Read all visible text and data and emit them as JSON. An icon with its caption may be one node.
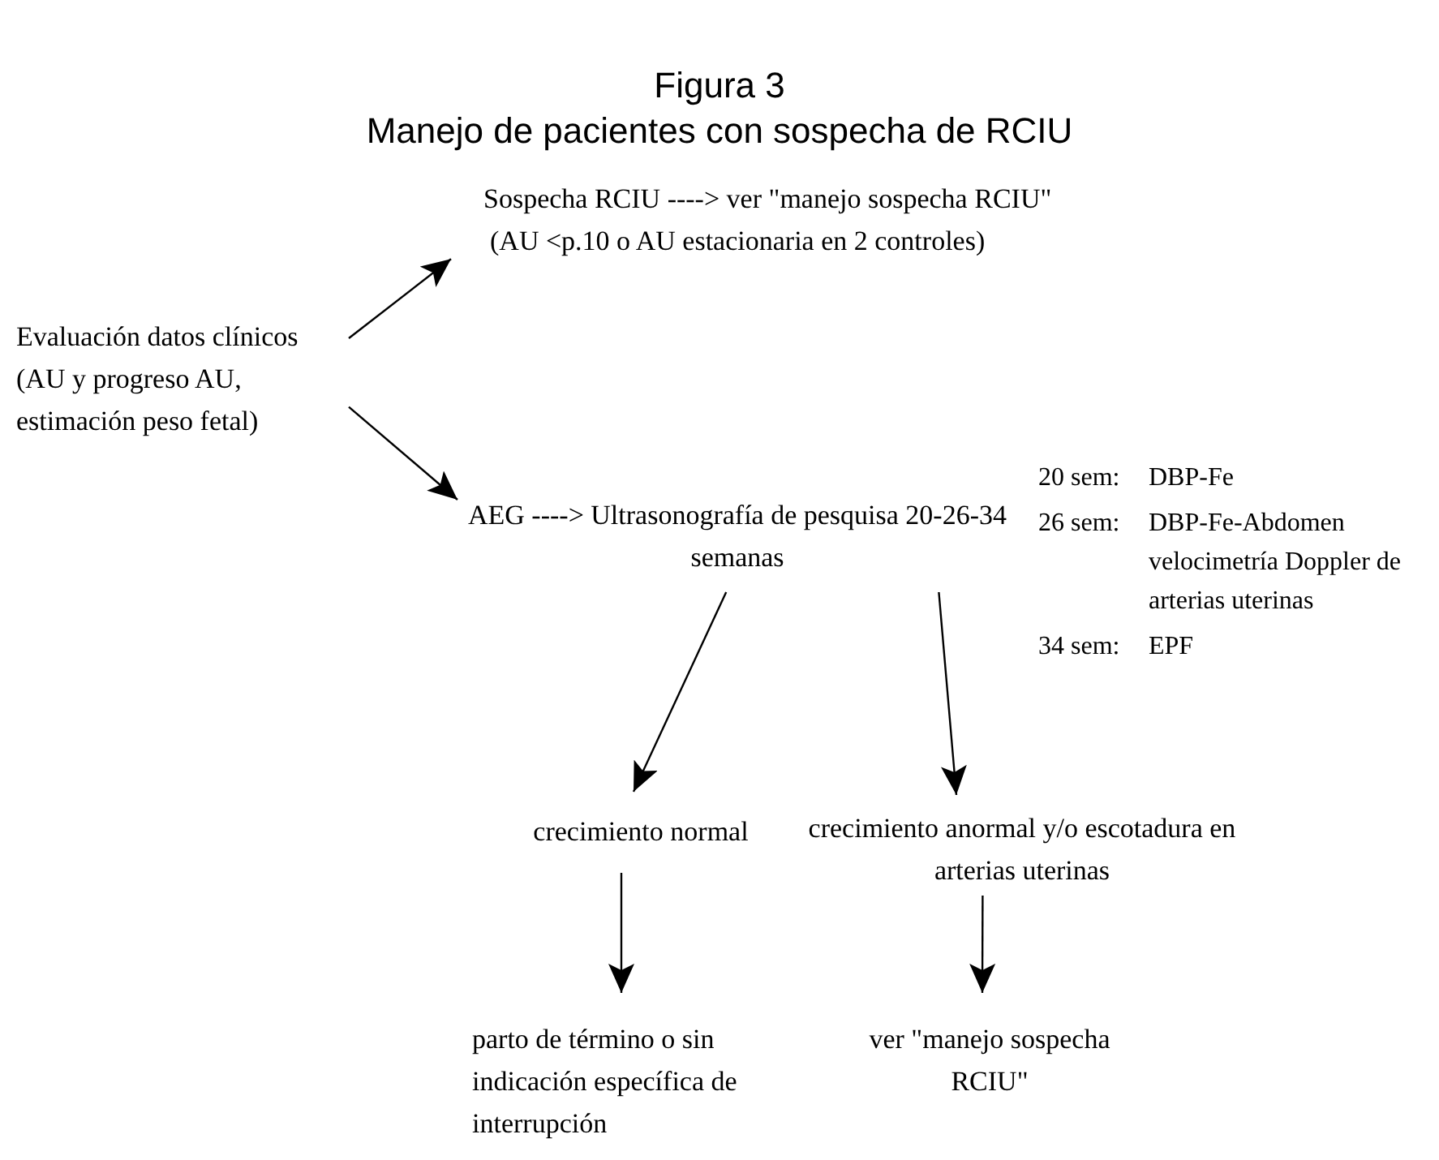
{
  "diagram": {
    "title": "Figura 3",
    "nodes": [
      {
        "text": [
          "Evaluación datos clínicos (AU y progreso AU, estimación peso fetal)"
        ]
      },
      {
        "text": [
          "Sospecha RCIU ----> ver \"manejo sospecha RCIU\"",
          "(AU <p.10 o AU estacionaria en 2 controles)"
        ]
      },
      {
        "text": [
          "AEG ----> Ultrasonografía de pesquisa 20-26-34 semanas"
        ]
      },
      {
        "text": [
          "crecimiento normal"
        ]
      },
      {
        "text": [
          "crecimiento anormal y/o escotadura en arterias uterinas"
        ]
      },
      {
        "text": [
          "parto de término o sin indicación específica de interrupción"
        ]
      },
      {
        "text": [
          "ver \"manejo sospecha RCIU\""
        ]
      }
    ],
    "edges": [
      {
        "from": 0,
        "to": 1,
        "arrow": "to"
      },
      {
        "from": 0,
        "to": 2,
        "arrow": "to"
      },
      {
        "from": 2,
        "to": 3,
        "arrow": "to"
      },
      {
        "from": 2,
        "to": 4,
        "arrow": "to"
      },
      {
        "from": 3,
        "to": 5,
        "arrow": "to"
      },
      {
        "from": 4,
        "to": 6,
        "arrow": "to"
      }
    ],
    "labels": [
      "Manejo de pacientes con sospecha de RCIU",
      "20 sem:",
      "DBP-Fe",
      "26 sem:",
      "DBP-Fe-Abdomen velocimetría Doppler de arterias uterinas",
      "34 sem:",
      "EPF"
    ]
  }
}
